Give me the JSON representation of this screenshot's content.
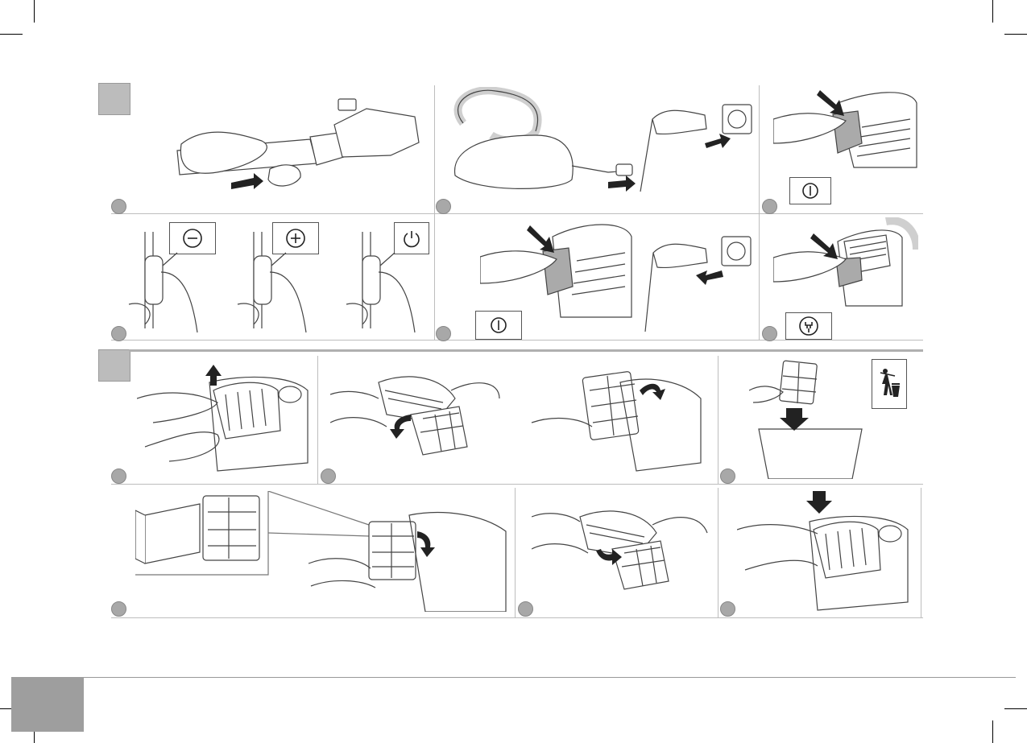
{
  "page": {
    "background": "#ffffff",
    "section_marker_color": "#bcbcbc",
    "step_marker_color": "#a8a8a8",
    "footer_block_color": "#9e9e9e"
  },
  "section_a": {
    "steps": [
      {
        "id": "a1",
        "icon": "nozzle-attach-illustration"
      },
      {
        "id": "a2",
        "icon": "plug-insert-illustration"
      },
      {
        "id": "a3",
        "icon": "power-on-press-illustration",
        "symbol": "power-on-symbol"
      },
      {
        "id": "a4",
        "icon": "suction-control-illustration",
        "symbols": [
          "minus-symbol",
          "plus-symbol",
          "standby-symbol"
        ]
      },
      {
        "id": "a5",
        "icon": "power-off-unplug-illustration",
        "symbol": "power-on-symbol"
      },
      {
        "id": "a6",
        "icon": "cord-rewind-press-illustration",
        "symbol": "cord-rewind-symbol"
      }
    ]
  },
  "section_b": {
    "steps": [
      {
        "id": "b1",
        "icon": "cover-lift-illustration"
      },
      {
        "id": "b2",
        "icon": "filter-remove-illustration"
      },
      {
        "id": "b3",
        "icon": "filter-dispose-illustration",
        "symbol": "trash-bin-symbol"
      },
      {
        "id": "b4",
        "icon": "filter-insert-illustration"
      },
      {
        "id": "b5",
        "icon": "cover-close-illustration"
      },
      {
        "id": "b6",
        "icon": "cover-press-illustration"
      }
    ]
  }
}
